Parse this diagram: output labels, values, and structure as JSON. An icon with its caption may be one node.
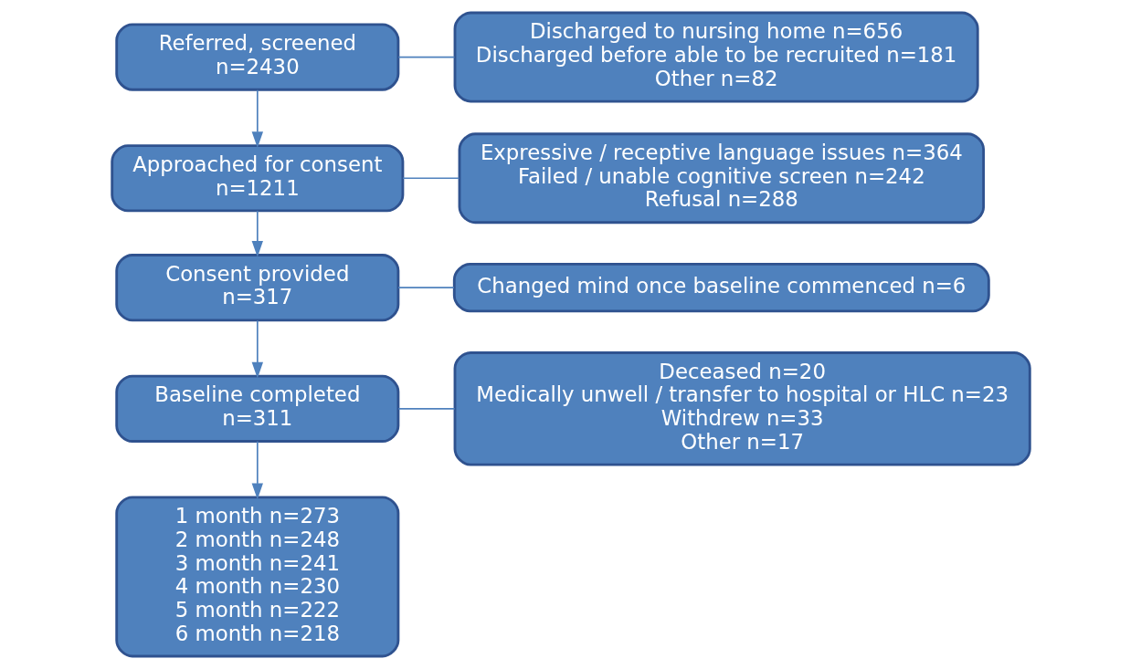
{
  "diagram": {
    "nodes": [
      {
        "text": [
          "Referred, screened",
          "n=2430"
        ]
      },
      {
        "text": [
          "Approached for consent",
          "n=1211"
        ]
      },
      {
        "text": [
          "Consent provided",
          "n=317"
        ]
      },
      {
        "text": [
          "Baseline completed",
          "n=311"
        ]
      },
      {
        "text": [
          "1 month n=273",
          "2 month n=248",
          "3 month n=241",
          "4 month n=230",
          "5 month n=222",
          "6 month n=218"
        ]
      },
      {
        "text": [
          "Discharged to nursing home n=656",
          "Discharged before able to be recruited n=181",
          "Other n=82"
        ]
      },
      {
        "text": [
          "Expressive / receptive language issues n=364",
          "Failed / unable cognitive screen n=242",
          "Refusal n=288"
        ]
      },
      {
        "text": [
          "Changed mind once baseline commenced n=6"
        ]
      },
      {
        "text": [
          "Deceased n=20",
          "Medically unwell / transfer to hospital or HLC n=23",
          "Withdrew n=33",
          "Other n=17"
        ]
      }
    ],
    "edges": [
      {
        "from": 0,
        "to": 1,
        "arrow": "to"
      },
      {
        "from": 0,
        "to": 5,
        "arrow": "none"
      },
      {
        "from": 1,
        "to": 2,
        "arrow": "to"
      },
      {
        "from": 1,
        "to": 6,
        "arrow": "none"
      },
      {
        "from": 2,
        "to": 3,
        "arrow": "to"
      },
      {
        "from": 2,
        "to": 7,
        "arrow": "none"
      },
      {
        "from": 3,
        "to": 4,
        "arrow": "to"
      },
      {
        "from": 3,
        "to": 8,
        "arrow": "none"
      }
    ]
  }
}
